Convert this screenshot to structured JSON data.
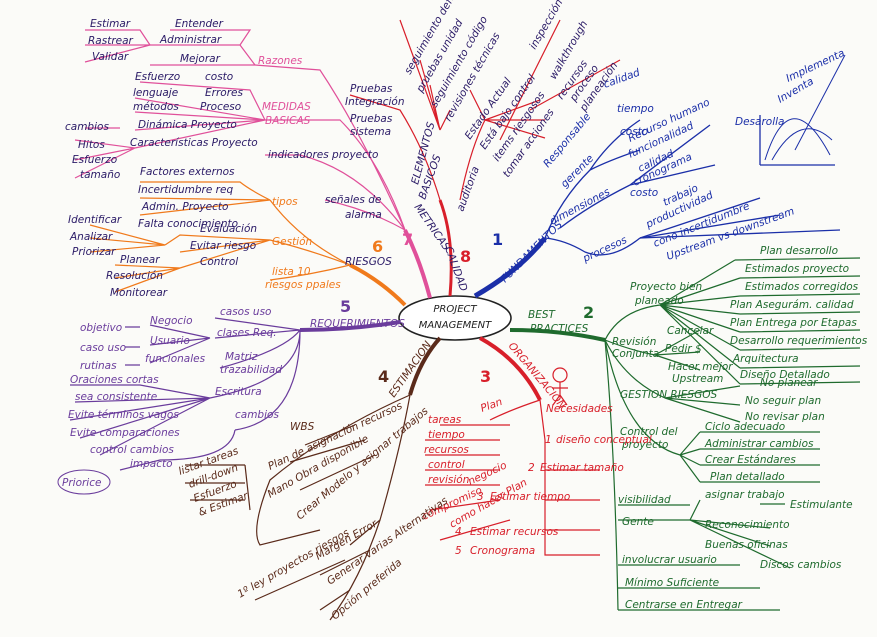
{
  "center": {
    "line1": "PROJECT",
    "line2": "MANAGEMENT"
  },
  "colors": {
    "fundamentos": "#1b2fa8",
    "best_practices": "#1f6b2e",
    "organizacion": "#d81f2a",
    "estimacion": "#5a2a1a",
    "requerimientos": "#6a3c9c",
    "riesgos": "#f07a1c",
    "metricas": "#e0509a",
    "calidad": "#d81f2a",
    "ink": "#2a1a66"
  },
  "branches": {
    "fundamentos": {
      "label": "FUNDAMENTOS",
      "num": "1",
      "calidad": "calidad",
      "tiempo": "tiempo",
      "costo": "costo",
      "responsable": "Responsable",
      "gerente": "gerente",
      "dimensiones": "dimensiones",
      "procesos": "procesos",
      "d_items": [
        "Recurso humano",
        "funcionalidad",
        "calidad",
        "cronograma",
        "costo"
      ],
      "trabajo": "trabajo",
      "p_items": [
        "productividad",
        "cono incertidumbre",
        "Upstream vs downstream"
      ],
      "graph_labels": [
        "Desarolla",
        "Inventa",
        "Implementa"
      ]
    },
    "best_practices": {
      "label_1": "BEST",
      "label_2": "PRACTICES",
      "num": "2",
      "bien_planeado": [
        "Proyecto bien",
        "planeado"
      ],
      "bien_items": [
        "Plan desarrollo",
        "Estimados proyecto",
        "Estimados corregidos",
        "Plan Asegurám. calidad",
        "Plan Entrega por Etapas",
        "Desarrollo requerimientos",
        "Arquitectura",
        "Diseño Detallado"
      ],
      "revision": [
        "Revisión",
        "Conjunta"
      ],
      "cancelar": "Cancelar",
      "pedir": "Pedir $",
      "hacer_mejor": [
        "Hacer mejor",
        "Upstream"
      ],
      "gestion_riesgos": "GESTION RIESGOS",
      "riesgos_items": [
        "No planear",
        "No seguir plan",
        "No revisar plan"
      ],
      "control": [
        "Control del",
        "proyecto"
      ],
      "control_items": [
        "Ciclo adecuado",
        "Administrar cambios",
        "Crear Estándares",
        "Plan detallado"
      ],
      "visibilidad": "visibilidad",
      "gente": "Gente",
      "gente_items": [
        "asignar trabajo",
        "Reconocimiento",
        "Buenas oficinas",
        "Discos cambios"
      ],
      "estimulante": "Estimulante",
      "otros": [
        "involucrar usuario",
        "Mínimo Suficiente",
        "Centrarse en Entregar"
      ]
    },
    "organizacion": {
      "label": "ORGANIZACION",
      "num": "3",
      "necesidades": "Necesidades",
      "steps": [
        "diseño conceptual",
        "Estimar tamaño",
        "Estimar tiempo",
        "Estimar recursos",
        "Cronograma"
      ],
      "step_nums": [
        "1",
        "2",
        "3",
        "4",
        "5"
      ],
      "plan": "Plan",
      "tareas": [
        "tareas",
        "tiempo",
        "recursos",
        "control",
        "revisión"
      ],
      "negocio": "negocio",
      "compromiso": "compromiso",
      "como_hacer": "como hacer Plan"
    },
    "estimacion": {
      "label": "ESTIMACION",
      "num": "4",
      "wbs": "WBS",
      "wbs_items": [
        "Plan de asignación recursos",
        "Mano Obra disponible",
        "Crear Modelo y asignar trabajos"
      ],
      "listar": [
        "listar tareas",
        "drill-down",
        "Esfuerzo",
        "& Estimar"
      ],
      "items": [
        "Margen Error",
        "Generar varias Alternativas",
        "Opción preferida",
        "1º ley proyectos riesgos"
      ]
    },
    "requerimientos": {
      "label": "REQUERIMIENTOS",
      "num": "5",
      "casos_uso": "casos uso",
      "clases_req": "clases Req.",
      "matriz": [
        "Matriz",
        "trazabilidad"
      ],
      "escritura": "Escritura",
      "cambios": "cambios",
      "left_items": [
        "objetivo",
        "caso uso",
        "rutinas"
      ],
      "mid_items": [
        "Negocio",
        "Usuario",
        "funcionales"
      ],
      "escritura_items": [
        "Oraciones cortas",
        "sea consistente",
        "Evite términos vagos",
        "Evite comparaciones",
        "control cambios"
      ],
      "priorice": "Priorice",
      "impacto": "impacto"
    },
    "riesgos": {
      "label": "RIESGOS",
      "num": "6",
      "tipos": "tipos",
      "gestion": "Gestión",
      "lista": [
        "lista 10",
        "riesgos ppales"
      ],
      "tipos_items": [
        "Factores externos",
        "Incertidumbre req",
        "Admin. Proyecto",
        "Falta conocimiento"
      ],
      "gestion_items": [
        "Evaluación",
        "Evitar riesgo",
        "Control"
      ],
      "left_items": [
        "Identificar",
        "Analizar",
        "Priorizar",
        "Planear",
        "Resolución",
        "Monitorear"
      ]
    },
    "metricas": {
      "label": "METRICAS",
      "num": "7",
      "razones": "Razones",
      "razones_items": [
        "Entender",
        "Administrar",
        "Mejorar"
      ],
      "far_items": [
        "Estimar",
        "Rastrear",
        "Validar"
      ],
      "medidas": [
        "MEDIDAS",
        "BASICAS"
      ],
      "medidas_items": [
        "Esfuerzo",
        "costo",
        "lenguaje",
        "Errores",
        "métodos",
        "Proceso",
        "Dinámica Proyecto",
        "Características Proyecto"
      ],
      "cambios": "cambios",
      "hitos": [
        "Hitos",
        "Esfuerzo",
        "tamaño"
      ],
      "indicadores": "indicadores proyecto",
      "senales": [
        "señales de",
        "alarma"
      ]
    },
    "calidad": {
      "label": "CALIDAD",
      "num": "8",
      "basicos": "BASICOS",
      "auditoria": "auditoria",
      "elementos": "ELEMENTOS",
      "pruebas": [
        "Pruebas",
        "Integración"
      ],
      "pruebas_sistema": [
        "Pruebas",
        "sistema"
      ],
      "elem_items": [
        "seguimiento defectos",
        "pruebas unidad",
        "seguimiento código",
        "revisiones técnicas"
      ],
      "inspeccion": "inspección",
      "walkthrough": "walkthrough",
      "basicos_items": [
        "Estado Actual",
        "Está bajo control",
        "items riesgosos",
        "tomar acciones"
      ],
      "recursos": "recursos",
      "proceso": "proceso",
      "planeacion": "planeación"
    }
  }
}
